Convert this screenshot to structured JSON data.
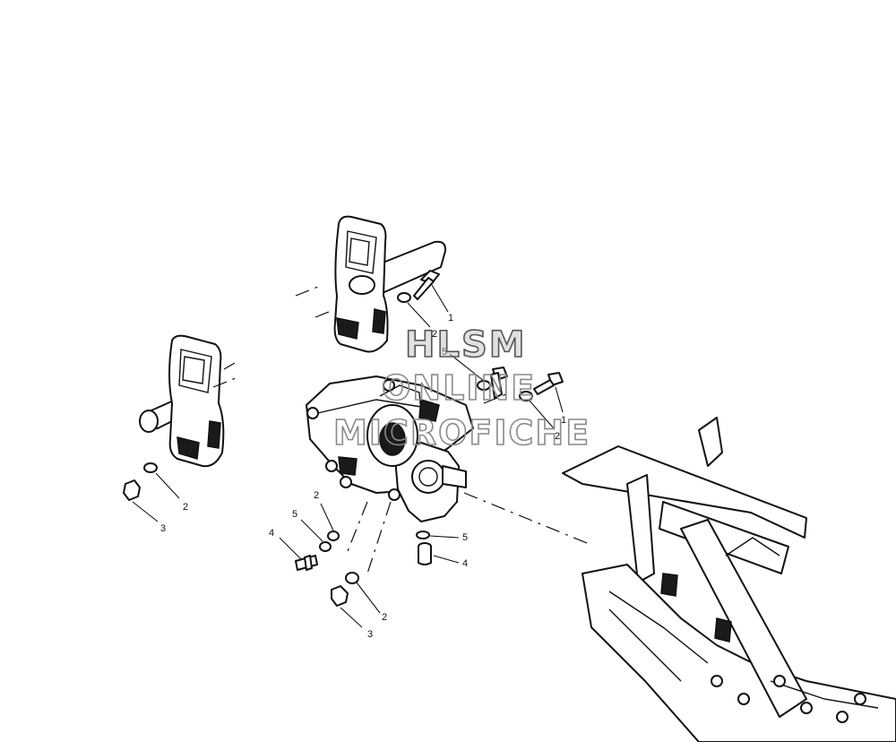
{
  "watermark": {
    "line1": "HLSM",
    "line2": "ONLINE",
    "line3": "MICROFICHE"
  },
  "callouts": {
    "c1a": "1",
    "c2a": "2",
    "c5a": "5",
    "c1b": "1",
    "c2b": "2",
    "c2c": "2",
    "c3a": "3",
    "c2d": "2",
    "c5b": "5",
    "c4a": "4",
    "c5c": "5",
    "c4b": "4",
    "c2e": "2",
    "c3b": "3"
  }
}
